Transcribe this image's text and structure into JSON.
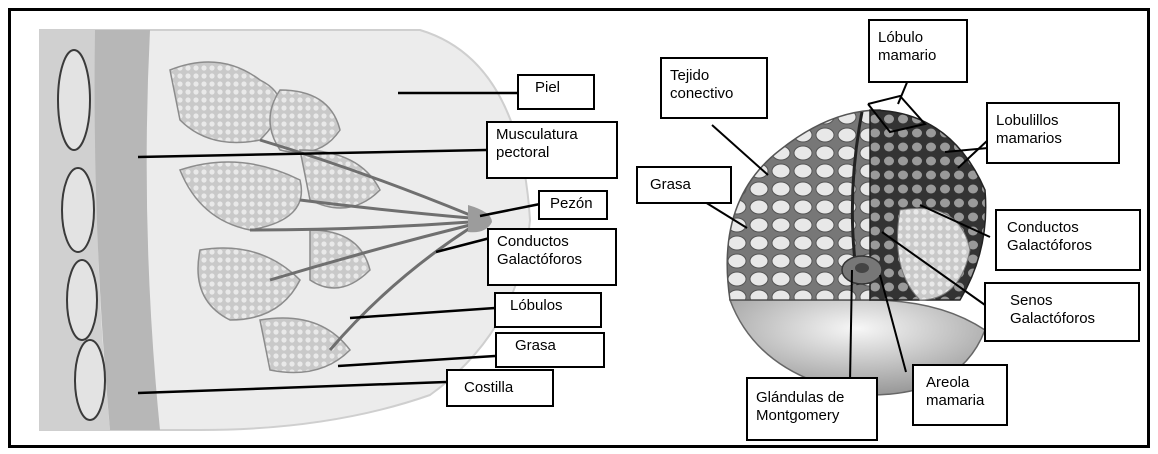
{
  "left_labels": {
    "piel": "Piel",
    "musculatura": [
      "Musculatura",
      "pectoral"
    ],
    "pezon": "Pezón",
    "conductos": [
      "Conductos",
      "Galactóforos"
    ],
    "lobulos": "Lóbulos",
    "grasa": "Grasa",
    "costilla": "Costilla"
  },
  "right_labels": {
    "tejido": [
      "Tejido",
      "conectivo"
    ],
    "lobulo_mamario": [
      "Lóbulo",
      "mamario"
    ],
    "lobulillos": [
      "Lobulillos",
      "mamarios"
    ],
    "grasa": "Grasa",
    "conductos": [
      "Conductos",
      "Galactóforos"
    ],
    "senos": [
      "Senos",
      "Galactóforos"
    ],
    "areola": [
      "Areola",
      "mamaria"
    ],
    "glandulas": [
      "Glándulas de",
      "Montgomery"
    ]
  },
  "colors": {
    "frame": "#000000",
    "tissue": "#e6e6e6",
    "muscle": "#b5b5b5",
    "lobule": "#a8a8a8",
    "lobe_fill": "#f2f2f2"
  }
}
